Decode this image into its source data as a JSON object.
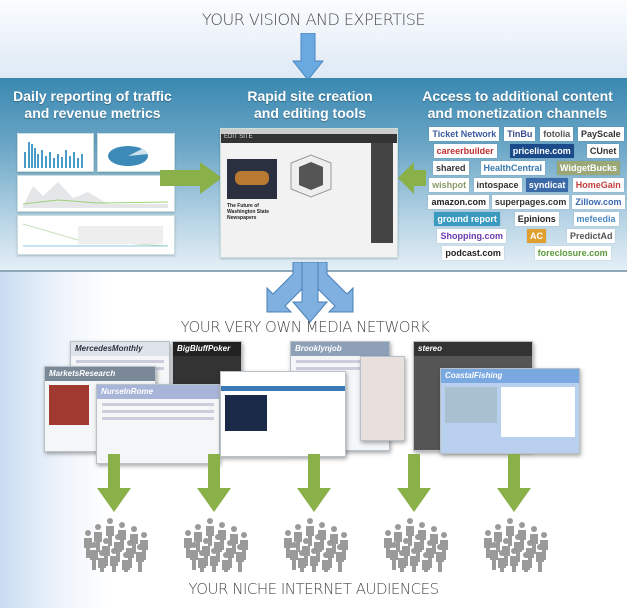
{
  "titles": {
    "vision": "YOUR VISION AND EXPERTISE",
    "network": "YOUR VERY OWN MEDIA NETWORK",
    "audiences": "YOUR NICHE INTERNET AUDIENCES"
  },
  "band": {
    "left": {
      "line1": "Daily reporting of traffic",
      "line2": "and revenue metrics"
    },
    "center": {
      "line1": "Rapid site creation",
      "line2": "and editing tools",
      "screen_brand": "EDIT SITE",
      "article": "The Future of Washington State Newspapers"
    },
    "right": {
      "line1": "Access to additional content",
      "line2": "and monetization channels"
    }
  },
  "logos": [
    "Ticket Network",
    "TinBu",
    "fotolia",
    "PayScale",
    "careerbuilder",
    "priceline.com",
    "CUnet",
    "shared",
    "HealthCentral",
    "WidgetBucks",
    "wishpot",
    "intospace",
    "syndicat",
    "HomeGain",
    "amazon.com",
    "superpages.com",
    "Zillow.com",
    "ground report",
    "Epinions",
    "mefeedia",
    "Shopping.com",
    "AC",
    "PredictAd",
    "podcast.com",
    "foreclosure.com"
  ],
  "sites": [
    "MercedesMonthly",
    "BigBluffPoker",
    "Brooklynjob",
    "stereo",
    "MarketsResearch",
    "NurseInRome",
    "CoastalFishing"
  ],
  "colors": {
    "band": "#3a88b1",
    "green_arrow": "#8ab04a",
    "blue_arrow": "#5b9bd8"
  }
}
